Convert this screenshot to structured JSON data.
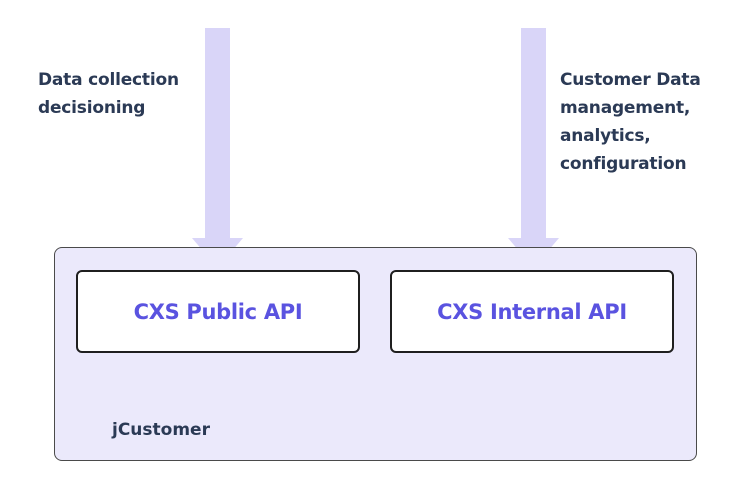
{
  "colors": {
    "arrow": "#d9d5f8",
    "container_fill": "#ebe9fb",
    "api_text": "#5a53e0",
    "label_text": "#2b3a55"
  },
  "left_arrow": {
    "label": "Data collection\ndecisioning"
  },
  "right_arrow": {
    "label": "Customer Data\nmanagement,\nanalytics,\nconfiguration"
  },
  "container": {
    "label": "jCustomer"
  },
  "boxes": {
    "public_api": "CXS Public API",
    "internal_api": "CXS Internal API"
  }
}
